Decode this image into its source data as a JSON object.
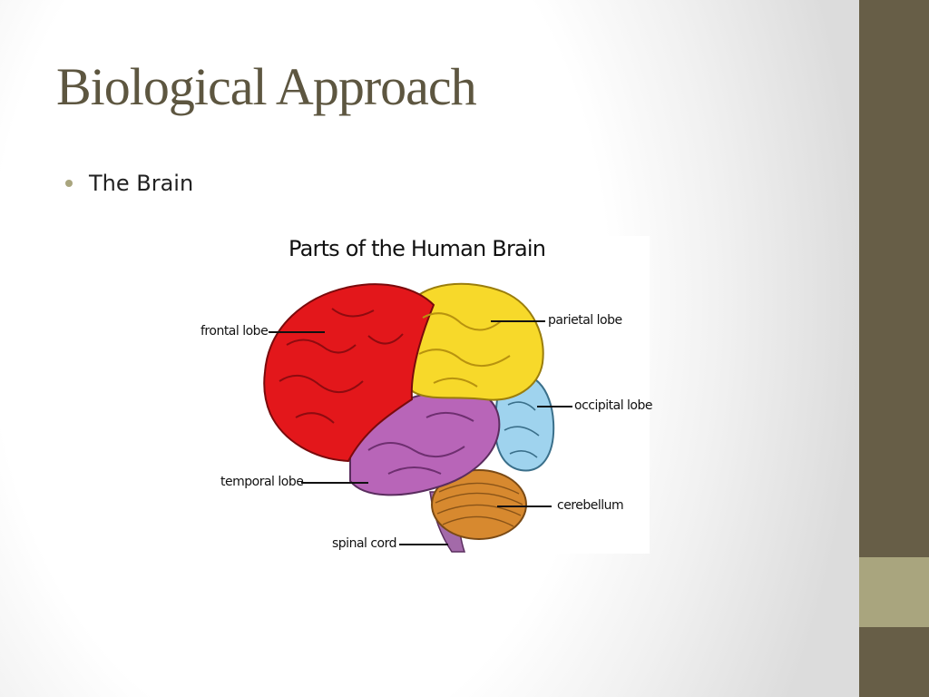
{
  "slide": {
    "title": "Biological Approach",
    "bullets": [
      "The Brain"
    ]
  },
  "figure": {
    "title": "Parts of the Human Brain",
    "labels": {
      "frontal": "frontal lobe",
      "parietal": "parietal lobe",
      "occipital": "occipital lobe",
      "temporal": "temporal lobe",
      "cerebellum": "cerebellum",
      "spinal": "spinal cord"
    },
    "colors": {
      "frontal": "#e3171b",
      "parietal": "#f7d92a",
      "occipital": "#9fd3ee",
      "temporal": "#b865b8",
      "cerebellum": "#d7892f",
      "spinal": "#a36aa9"
    }
  },
  "theme": {
    "band": "#675e47",
    "accent": "#a9a57e",
    "title_color": "#5d5640"
  }
}
